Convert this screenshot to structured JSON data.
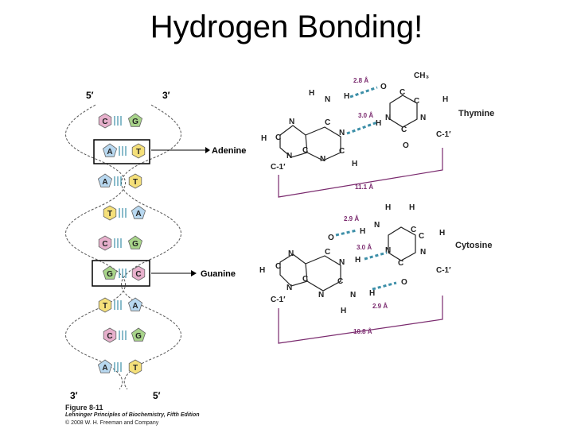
{
  "slide": {
    "title": "Hydrogen Bonding!"
  },
  "helix": {
    "top_left": "5′",
    "top_right": "3′",
    "bottom_left": "3′",
    "bottom_right": "5′",
    "pairs": [
      {
        "left": "C",
        "right": "G"
      },
      {
        "left": "A",
        "right": "T"
      },
      {
        "left": "A",
        "right": "T"
      },
      {
        "left": "T",
        "right": "A"
      },
      {
        "left": "C",
        "right": "G"
      },
      {
        "left": "G",
        "right": "C"
      },
      {
        "left": "T",
        "right": "A"
      },
      {
        "left": "C",
        "right": "G"
      },
      {
        "left": "A",
        "right": "T"
      }
    ],
    "adenine_label": "Adenine",
    "guanine_label": "Guanine"
  },
  "at_pair": {
    "thymine_label": "Thymine",
    "dist_top": "2.8 Å",
    "dist_mid": "3.0 Å",
    "dist_total": "11.1 Å",
    "ch3": "CH₃",
    "c1_left": "C-1′",
    "c1_right": "C-1′"
  },
  "gc_pair": {
    "cytosine_label": "Cytosine",
    "dist_top": "2.9 Å",
    "dist_mid": "3.0 Å",
    "dist_bottom": "2.9 Å",
    "dist_total": "10.8 Å",
    "c1_left": "C-1′",
    "c1_right": "C-1′"
  },
  "caption": {
    "figure": "Figure 8-11",
    "book": "Lehninger Principles of Biochemistry, Fifth Edition",
    "copyright": "© 2008 W. H. Freeman and Company"
  },
  "colors": {
    "A": "#b8d8f0",
    "T": "#f5e07a",
    "C": "#e7b0cc",
    "G": "#a8d48a",
    "purple": "#7a2a6e",
    "hbond": "#3d8fa8"
  }
}
